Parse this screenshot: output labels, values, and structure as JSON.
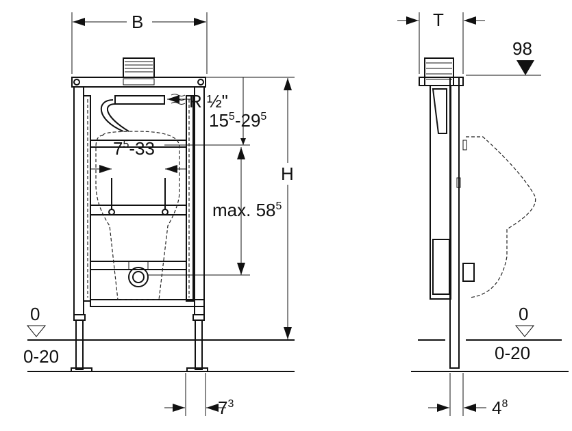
{
  "front_view": {
    "width_label": "B",
    "height_label": "H",
    "connection_label": "R ½\"",
    "supply_height": {
      "base": "15",
      "sup1": "5",
      "mid": "-29",
      "sup2": "5"
    },
    "spacing": {
      "base": "7",
      "sup1": "5",
      "rest": "-33"
    },
    "max_height": {
      "base": "max. 58",
      "sup": "5"
    },
    "floor_level": "0",
    "floor_range": "0-20",
    "offset": {
      "base": "7",
      "sup": "3"
    }
  },
  "side_view": {
    "depth_label": "T",
    "top_label": "98",
    "floor_level": "0",
    "floor_range": "0-20",
    "offset": {
      "base": "4",
      "sup": "8"
    }
  }
}
